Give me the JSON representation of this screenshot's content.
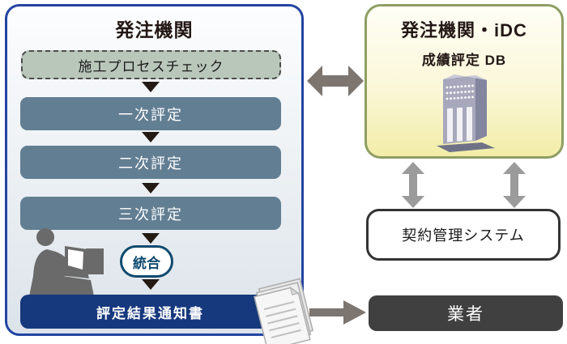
{
  "left_panel": {
    "title": "発注機関",
    "process_check": "施工プロセスチェック",
    "steps": [
      "一次評定",
      "二次評定",
      "三次評定"
    ],
    "integration_label": "統合",
    "result_label": "評定結果通知書"
  },
  "idc_panel": {
    "title": "発注機関・iDC",
    "db_label": "成績評定 DB"
  },
  "contract_system": {
    "label": "契約管理システム"
  },
  "vendor": {
    "label": "業者"
  },
  "icons": {
    "person": "person-at-computer-icon",
    "server": "database-server-icon",
    "documents": "documents-icon",
    "flow_arrows": "down-triangle-icon",
    "exchange_horizontal": "double-arrow-horizontal-icon",
    "exchange_vertical": "double-arrow-vertical-icon",
    "send_to_vendor": "right-arrow-icon"
  },
  "colors": {
    "panel_border": "#2344a1",
    "panel_bg_top": "#fcfdfe",
    "panel_bg_bottom": "#dce3ea",
    "process_check_bg": "#b9c7bb",
    "step_bg": "#627e92",
    "result_bg": "#16387d",
    "integration": "#0e4a6e",
    "triangle": "#241a14",
    "idc_border": "#8f9e62",
    "idc_bg_bottom": "#f2eda8",
    "contract_border": "#333333",
    "vendor_bg": "#404040",
    "arrow_dark": "#7c7570",
    "arrow_light": "#9b9b9b",
    "icon_gray": "#6a6a6a"
  }
}
